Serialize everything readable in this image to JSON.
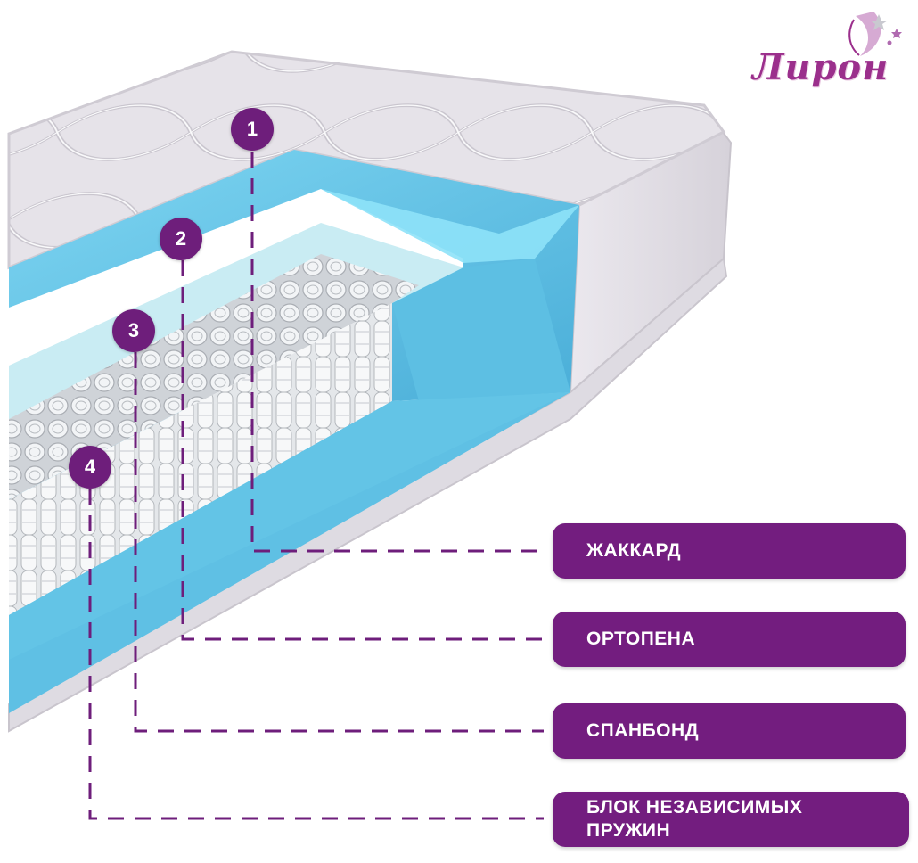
{
  "brand": {
    "logo_text": "Лирон"
  },
  "layers": [
    {
      "number": "1",
      "name": "ЖАККАРД"
    },
    {
      "number": "2",
      "name": "ОРТОПЕНА"
    },
    {
      "number": "3",
      "name": "СПАНБОНД"
    },
    {
      "number": "4",
      "name": "БЛОК НЕЗАВИСИМЫХ ПРУЖИН"
    }
  ],
  "colors": {
    "accent": "#731d7f",
    "foam": "#63c4e6",
    "fabric": "#e6e3e9"
  }
}
